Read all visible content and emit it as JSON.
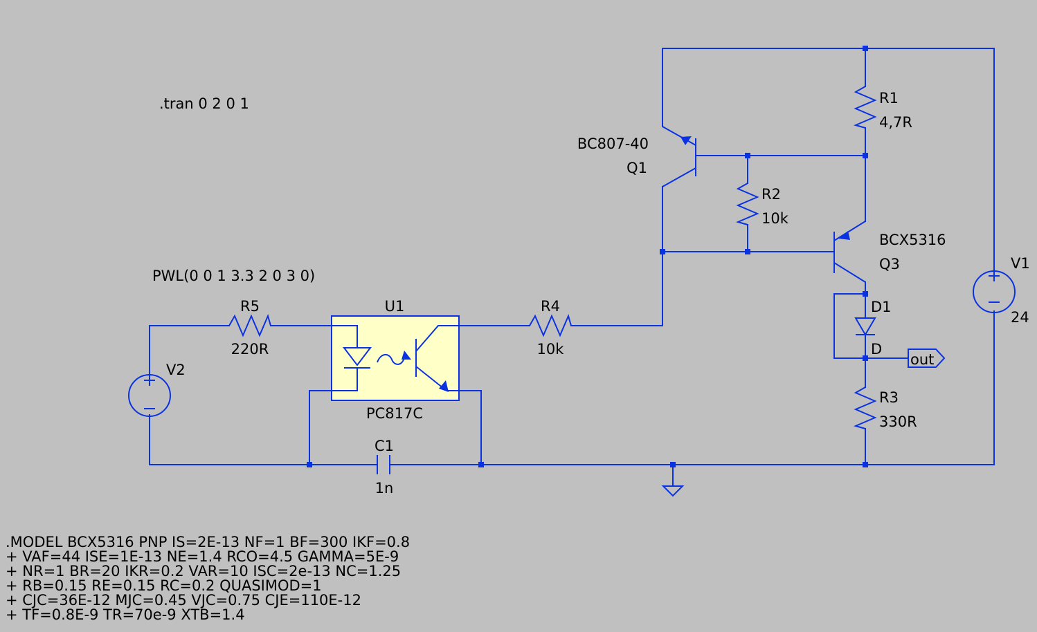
{
  "directives": {
    "tran": ".tran 0 2 0 1",
    "pwl": "PWL(0 0 1 3.3 2 0 3 0)",
    "model_lines": [
      ".MODEL BCX5316 PNP IS=2E-13 NF=1 BF=300 IKF=0.8",
      "+ VAF=44 ISE=1E-13 NE=1.4 RCO=4.5 GAMMA=5E-9",
      "+ NR=1 BR=20 IKR=0.2 VAR=10 ISC=2e-13 NC=1.25",
      "+ RB=0.15 RE=0.15 RC=0.2 QUASIMOD=1",
      "+ CJC=36E-12 MJC=0.45 VJC=0.75 CJE=110E-12",
      "+ TF=0.8E-9 TR=70e-9 XTB=1.4"
    ]
  },
  "components": {
    "r1": {
      "name": "R1",
      "value": "4,7R"
    },
    "r2": {
      "name": "R2",
      "value": "10k"
    },
    "r3": {
      "name": "R3",
      "value": "330R"
    },
    "r4": {
      "name": "R4",
      "value": "10k"
    },
    "r5": {
      "name": "R5",
      "value": "220R"
    },
    "c1": {
      "name": "C1",
      "value": "1n"
    },
    "q1": {
      "name": "Q1",
      "model": "BC807-40"
    },
    "q3": {
      "name": "Q3",
      "model": "BCX5316"
    },
    "d1": {
      "name": "D1",
      "model": "D"
    },
    "u1": {
      "name": "U1",
      "model": "PC817C"
    },
    "v1": {
      "name": "V1",
      "value": "24"
    },
    "v2": {
      "name": "V2"
    }
  },
  "net_labels": {
    "out": "out"
  },
  "colors": {
    "background": "#c0c0c0",
    "wire": "#0a32e0",
    "optocoupler_fill": "#ffffc8",
    "text": "#000000"
  }
}
